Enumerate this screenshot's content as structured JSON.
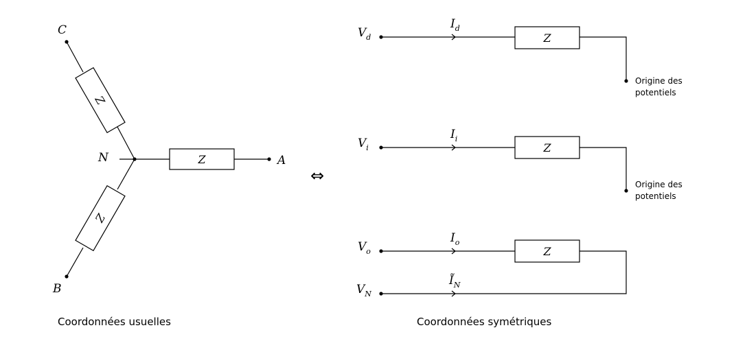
{
  "left": {
    "node_c": "C",
    "node_b": "B",
    "node_n": "N",
    "node_a": "A",
    "impedance": "Z",
    "caption": "Coordonnées usuelles"
  },
  "equivalence_symbol": "⇔",
  "right": {
    "caption": "Coordonnées symétriques",
    "direct": {
      "voltage": "V",
      "voltage_sub": "d",
      "current": "I",
      "current_sub": "d",
      "impedance": "Z",
      "ground_line1": "Origine des",
      "ground_line2": "potentiels"
    },
    "inverse": {
      "voltage": "V",
      "voltage_sub": "i",
      "current": "I",
      "current_sub": "i",
      "impedance": "Z",
      "ground_line1": "Origine des",
      "ground_line2": "potentiels"
    },
    "zero": {
      "voltage": "V",
      "voltage_sub": "o",
      "current": "I",
      "current_sub": "o",
      "impedance": "Z"
    },
    "neutral": {
      "voltage": "V",
      "voltage_sub": "N",
      "current": "Ĩ",
      "current_sub": "N"
    }
  }
}
